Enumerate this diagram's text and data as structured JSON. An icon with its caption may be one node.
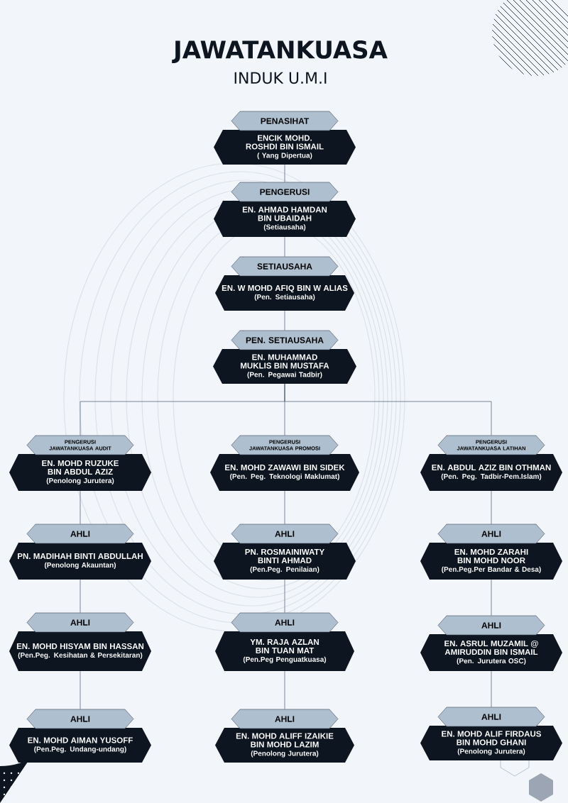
{
  "diagram": {
    "title": "JAWATANKUASA",
    "nodes": [
      {
        "text": [
          "PENASIHAT",
          "ENCIK MOHD. ROSHDI BIN ISMAIL",
          "( Yang Dipertua)"
        ]
      },
      {
        "text": [
          "PENGERUSI",
          "EN. AHMAD HAMDAN BIN UBAIDAH",
          "(Setiausaha)"
        ]
      },
      {
        "text": [
          "SETIAUSAHA",
          "EN. W MOHD AFIQ BIN W ALIAS",
          "(Pen. Setiausaha)"
        ]
      },
      {
        "text": [
          "PEN. SETIAUSAHA",
          "EN. MUHAMMAD MUKLIS BIN MUSTAFA",
          "(Pen. Pegawai Tadbir)"
        ]
      },
      {
        "text": [
          "PENGERUSI JAWATANKUASA AUDIT",
          "EN. MOHD RUZUKE BIN ABDUL AZIZ",
          "(Penolong Jurutera)"
        ]
      },
      {
        "text": [
          "PENGERUSI JAWATANKUASA PROMOSI",
          "EN. MOHD ZAWAWI BIN SIDEK",
          "(Pen. Peg. Teknologi Maklumat)"
        ]
      },
      {
        "text": [
          "PENGERUSI JAWATANKUASA LATIHAN",
          "EN. ABDUL AZIZ BIN OTHMAN",
          "(Pen. Peg. Tadbir-Pem.Islam)"
        ]
      },
      {
        "text": [
          "AHLI",
          "PN. MADIHAH BINTI ABDULLAH",
          "(Penolong Akauntan)"
        ]
      },
      {
        "text": [
          "AHLI",
          "PN. ROSMAINIWATY BINTI AHMAD",
          "(Pen.Peg. Penilaian)"
        ]
      },
      {
        "text": [
          "AHLI",
          "EN. MOHD ZARAHI BIN MOHD NOOR",
          "(Pen.Peg.Per Bandar & Desa)"
        ]
      },
      {
        "text": [
          "AHLI",
          "EN. MOHD HISYAM BIN HASSAN",
          "(Pen.Peg. Kesihatan & Persekitaran)"
        ]
      },
      {
        "text": [
          "AHLI",
          "YM. RAJA AZLAN BIN TUAN MAT",
          "(Pen.Peg Penguatkuasa)"
        ]
      },
      {
        "text": [
          "AHLI",
          "EN. ASRUL MUZAMIL @ AMIRUDDIN BIN ISMAIL",
          "(Pen. Jurutera OSC)"
        ]
      },
      {
        "text": [
          "AHLI",
          "EN. MOHD AIMAN YUSOFF",
          "(Pen.Peg. Undang-undang)"
        ]
      },
      {
        "text": [
          "AHLI",
          "EN. MOHD ALIFF IZAIKIE BIN MOHD LAZIM",
          "(Penolong Jurutera)"
        ]
      },
      {
        "text": [
          "AHLI",
          "EN. MOHD ALIF FIRDAUS BIN MOHD GHANI",
          "(Penolong Jurutera)"
        ]
      }
    ],
    "edges": [
      {
        "from": 0,
        "to": 1,
        "arrow": "none"
      },
      {
        "from": 1,
        "to": 2,
        "arrow": "none"
      },
      {
        "from": 2,
        "to": 3,
        "arrow": "none"
      },
      {
        "from": 3,
        "to": 4,
        "arrow": "none"
      },
      {
        "from": 3,
        "to": 5,
        "arrow": "none"
      },
      {
        "from": 3,
        "to": 6,
        "arrow": "none"
      },
      {
        "from": 4,
        "to": 7,
        "arrow": "none"
      },
      {
        "from": 5,
        "to": 8,
        "arrow": "none"
      },
      {
        "from": 6,
        "to": 9,
        "arrow": "none"
      },
      {
        "from": 7,
        "to": 10,
        "arrow": "none"
      },
      {
        "from": 8,
        "to": 11,
        "arrow": "none"
      },
      {
        "from": 9,
        "to": 12,
        "arrow": "none"
      },
      {
        "from": 10,
        "to": 13,
        "arrow": "none"
      },
      {
        "from": 11,
        "to": 14,
        "arrow": "none"
      },
      {
        "from": 12,
        "to": 15,
        "arrow": "none"
      }
    ],
    "labels": [
      "INDUK U.M.I"
    ]
  }
}
